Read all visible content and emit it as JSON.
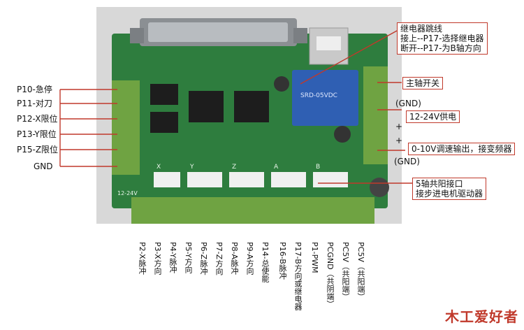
{
  "left_labels": [
    "P10-急停",
    "P11-对刀",
    "P12-X限位",
    "P13-Y限位",
    "P15-Z限位",
    "GND"
  ],
  "right_annotations": {
    "relay_title": "继电器跳线",
    "relay_line1": "接上--P17-选择继电器",
    "relay_line2": "断开--P17-为B轴方向",
    "spindle": "主轴开关",
    "gnd_top": "(GND)",
    "power": "12-24V供电",
    "plus1": "+",
    "plus2": "+",
    "speed": "0-10V调速输出，接变频器",
    "gnd_bottom": "(GND)",
    "axis_line1": "5轴共阳接口",
    "axis_line2": "接步进电机驱动器"
  },
  "bottom_labels": [
    "P2-X脉冲",
    "P3-X方向",
    "P4-Y脉冲",
    "P5-Y方向",
    "P6-Z脉冲",
    "P7-Z方向",
    "P8-A脉冲",
    "P9-A方向",
    "P14-总使能",
    "P16-B脉冲",
    "P17-B方向或继电器",
    "P1-PWM",
    "PCGND（共阴端）",
    "PC5V（共阳端）",
    "PC5V（共阳端）"
  ],
  "board_marks": {
    "connector_labels": [
      "X",
      "Y",
      "Z",
      "A",
      "B"
    ],
    "power_text": "12-24V",
    "relay_text": "SRD-05VDC"
  },
  "logo_text": "木工爱好者",
  "colors": {
    "board": "#2e7d3e",
    "terminal": "#6fa342",
    "annotation": "#c0392b"
  }
}
